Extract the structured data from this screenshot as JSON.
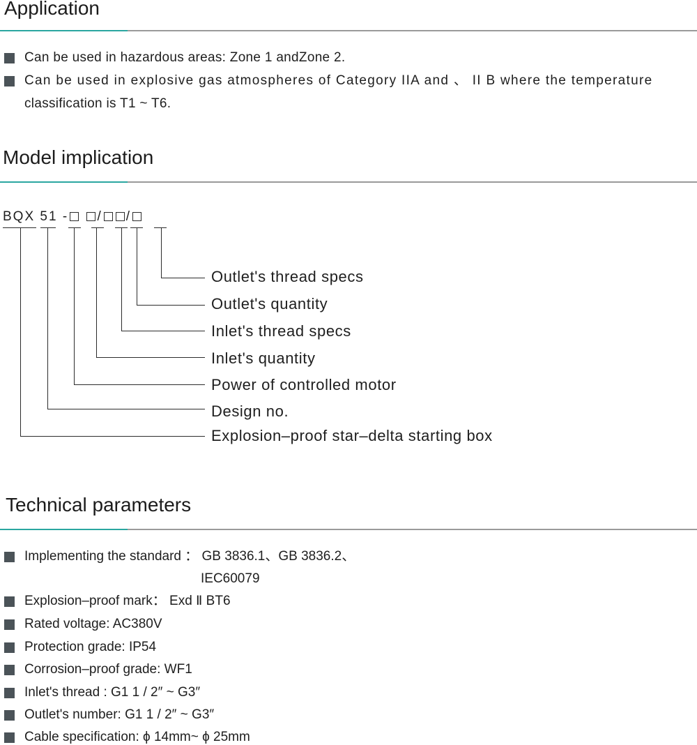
{
  "sections": {
    "application": "Application",
    "model": "Model implication",
    "technical": "Technical parameters"
  },
  "application_items": [
    "Can be used in hazardous areas: Zone 1 andZone 2.",
    "Can be used in explosive gas atmospheres of Category  IIA and  、 II B  where the temperature",
    "classification is T1 ~ T6."
  ],
  "model": {
    "prefix": "BQX 51 -",
    "sep1": "/",
    "sep2": "/",
    "labels": [
      "Outlet's thread specs",
      "Outlet's quantity",
      "Inlet's thread specs",
      "Inlet's quantity",
      "Power of controlled motor",
      "Design no.",
      "Explosion–proof star–delta starting box"
    ]
  },
  "technical_items": [
    "Implementing the standard ： GB 3836.1、GB 3836.2、",
    "IEC60079",
    "Explosion–proof mark： Exd Ⅱ BT6",
    "Rated voltage: AC380V",
    "Protection grade: IP54",
    "Corrosion–proof grade: WF1",
    "Inlet's thread : G1 1 / 2″  ~ G3″",
    "Outlet's number: G1 1 / 2″  ~ G3″",
    "Cable specification:  ϕ 14mm~ ϕ 25mm"
  ],
  "colors": {
    "accent": "#2aa6a0",
    "rule_gray": "#9a9a9a",
    "bullet": "#4b5358",
    "text": "#1e1e1e"
  }
}
